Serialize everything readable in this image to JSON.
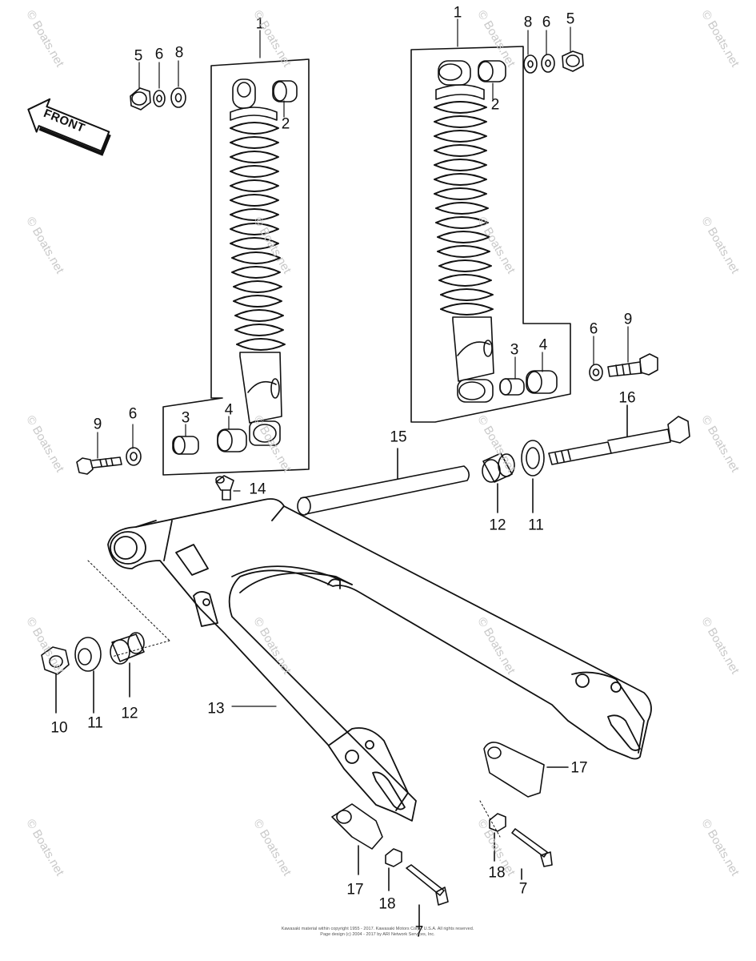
{
  "front_label": "FRONT",
  "callouts": [
    {
      "id": "c1a",
      "text": "1"
    },
    {
      "id": "c1b",
      "text": "1"
    },
    {
      "id": "c2a",
      "text": "2"
    },
    {
      "id": "c2b",
      "text": "2"
    },
    {
      "id": "c3a",
      "text": "3"
    },
    {
      "id": "c3b",
      "text": "3"
    },
    {
      "id": "c4a",
      "text": "4"
    },
    {
      "id": "c4b",
      "text": "4"
    },
    {
      "id": "c5a",
      "text": "5"
    },
    {
      "id": "c5b",
      "text": "5"
    },
    {
      "id": "c6a",
      "text": "6"
    },
    {
      "id": "c6b",
      "text": "6"
    },
    {
      "id": "c6c",
      "text": "6"
    },
    {
      "id": "c6d",
      "text": "6"
    },
    {
      "id": "c7a",
      "text": "7"
    },
    {
      "id": "c7b",
      "text": "7"
    },
    {
      "id": "c8a",
      "text": "8"
    },
    {
      "id": "c8b",
      "text": "8"
    },
    {
      "id": "c9a",
      "text": "9"
    },
    {
      "id": "c9b",
      "text": "9"
    },
    {
      "id": "c10",
      "text": "10"
    },
    {
      "id": "c11a",
      "text": "11"
    },
    {
      "id": "c11b",
      "text": "11"
    },
    {
      "id": "c12a",
      "text": "12"
    },
    {
      "id": "c12b",
      "text": "12"
    },
    {
      "id": "c13",
      "text": "13"
    },
    {
      "id": "c14",
      "text": "14"
    },
    {
      "id": "c15",
      "text": "15"
    },
    {
      "id": "c16",
      "text": "16"
    },
    {
      "id": "c17a",
      "text": "17"
    },
    {
      "id": "c17b",
      "text": "17"
    },
    {
      "id": "c18a",
      "text": "18"
    },
    {
      "id": "c18b",
      "text": "18"
    }
  ],
  "watermark_text": "© Boats.net",
  "copyright_line1": "Kawasaki material within copyright 1955 - 2017. Kawasaki Motors Corp., U.S.A. All rights reserved.",
  "copyright_line2": "Page design (c) 2004 - 2017 by ARI Network Services, Inc."
}
